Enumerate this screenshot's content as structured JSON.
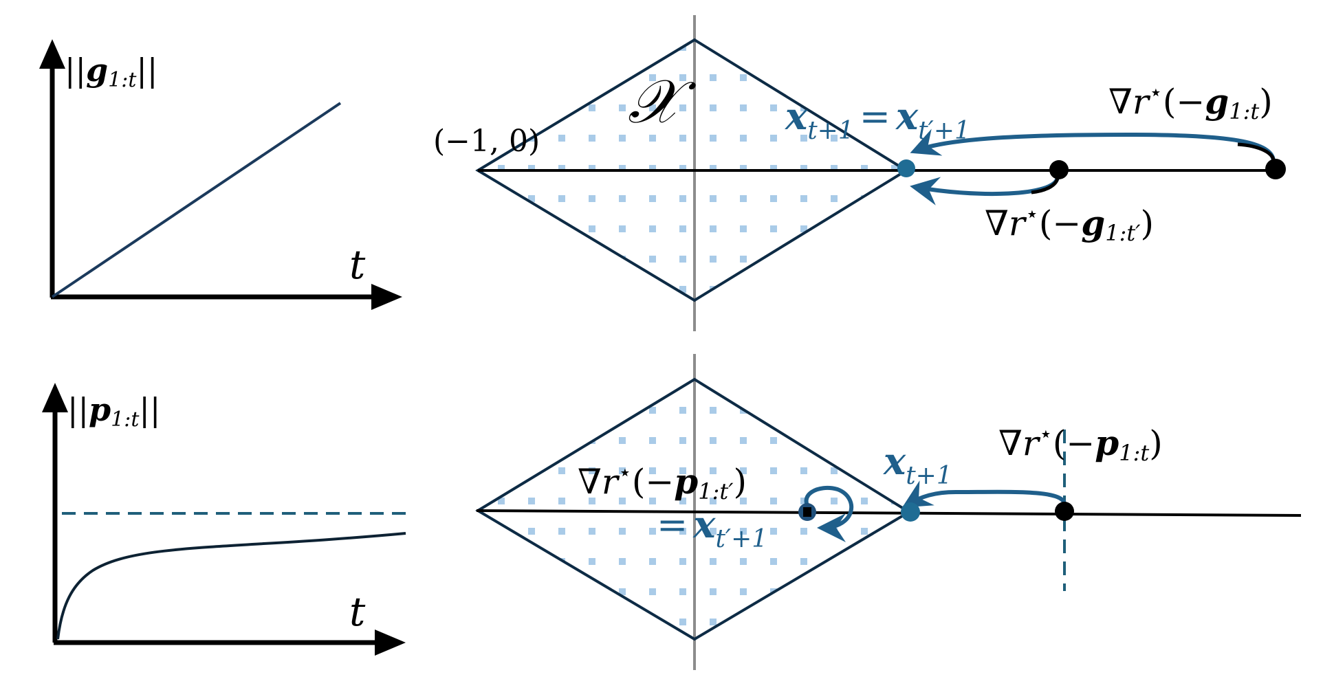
{
  "colors": {
    "primary": "#0d2b45",
    "accent": "#1f6c94",
    "arrow_blue": "#1f5f8b",
    "fill_dot": "#a9cbe8",
    "axis": "#000000",
    "divider": "#8c8c8c"
  },
  "top_row": {
    "norm_plot": {
      "ylabel_bar": "||",
      "ylabel_sym": "g",
      "ylabel_sub": "1:t",
      "xlabel": "t"
    },
    "diamond": {
      "set_label": "𝒳",
      "vertex_label": "(−1, 0)",
      "point_label_main": "x",
      "point_label_sub": "t+1",
      "point_label_eq": "=",
      "point_label_main2": "x",
      "point_label_sub2": "t′+1",
      "far_label_nabla": "∇r",
      "far_label_star": "⋆",
      "far_label_open": "(−",
      "far_label_sym": "g",
      "far_label_sub": "1:t",
      "far_label_close": ")",
      "near_label_nabla": "∇r",
      "near_label_star": "⋆",
      "near_label_open": "(−",
      "near_label_sym": "g",
      "near_label_sub": "1:t′",
      "near_label_close": ")"
    }
  },
  "bottom_row": {
    "norm_plot": {
      "ylabel_bar": "||",
      "ylabel_sym": "p",
      "ylabel_sub": "1:t",
      "xlabel": "t"
    },
    "diamond": {
      "inner_label_nabla": "∇r",
      "inner_label_star": "⋆",
      "inner_label_open": "(−",
      "inner_label_sym": "p",
      "inner_label_sub": "1:t′",
      "inner_label_close": ")",
      "inner_eq": "=",
      "inner_eq_main": "x",
      "inner_eq_sub": "t′+1",
      "point_label_main": "x",
      "point_label_sub": "t+1",
      "far_label_nabla": "∇r",
      "far_label_star": "⋆",
      "far_label_open": "(−",
      "far_label_sym": "p",
      "far_label_sub": "1:t",
      "far_label_close": ")"
    }
  }
}
